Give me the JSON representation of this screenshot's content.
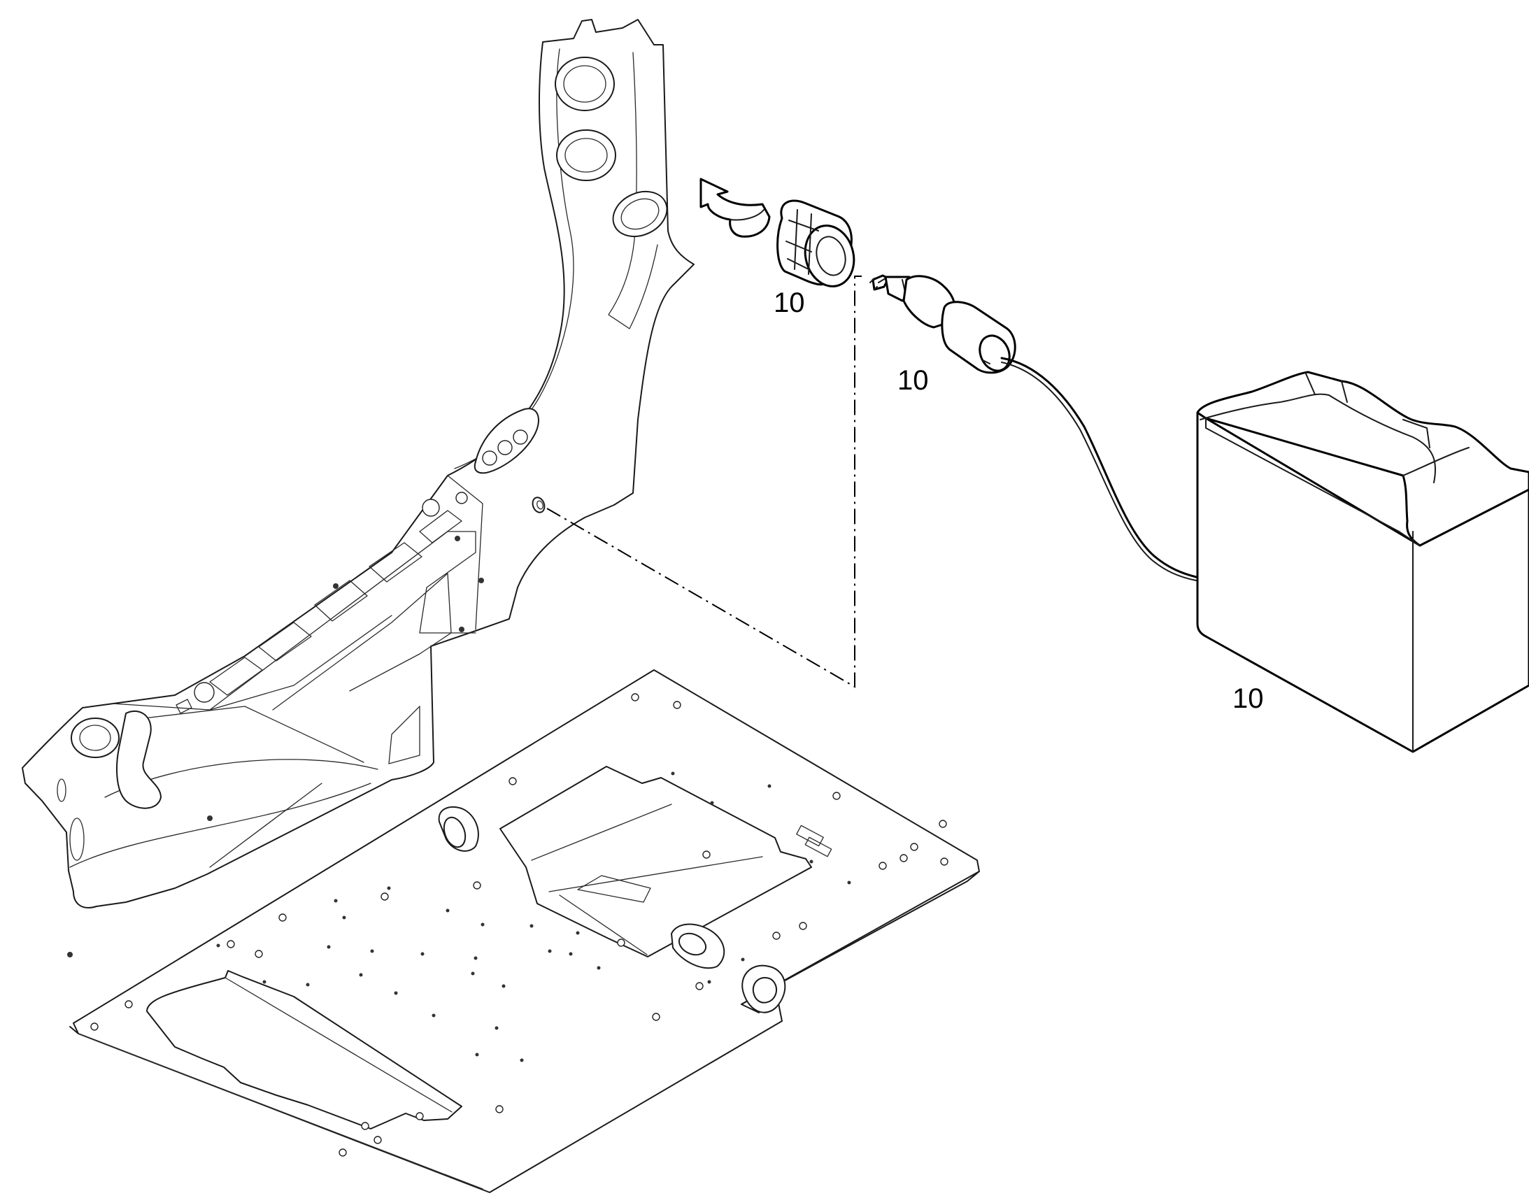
{
  "callouts": {
    "retainer_label": "10",
    "plug_label": "10",
    "battery_label": "10"
  },
  "colors": {
    "line": "#1a1a1a",
    "background": "#ffffff"
  }
}
